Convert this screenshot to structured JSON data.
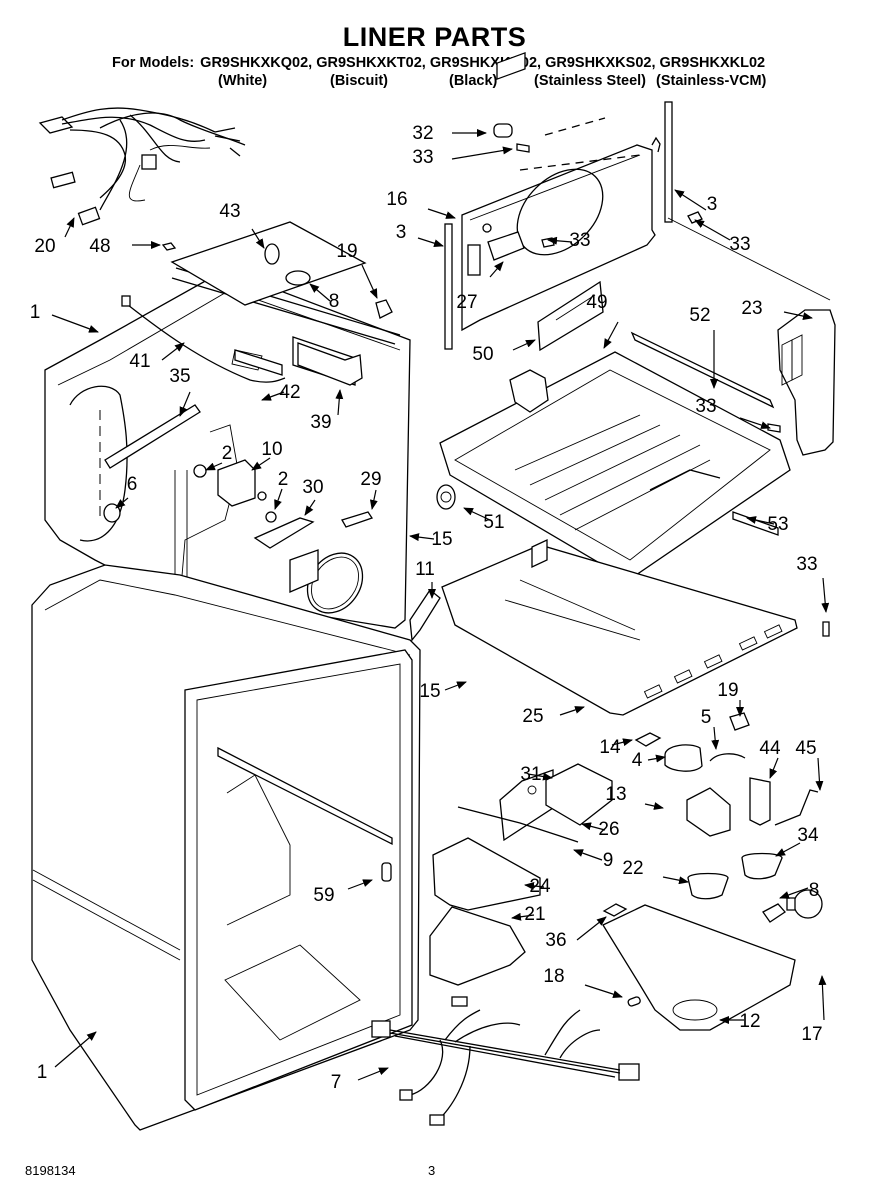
{
  "header": {
    "title": "LINER PARTS",
    "models_label": "For Models:",
    "models": [
      {
        "number": "GR9SHKXKQ02",
        "variant": "(White)"
      },
      {
        "number": "GR9SHKXKT02",
        "variant": "(Biscuit)"
      },
      {
        "number": "GR9SHKXKB02",
        "variant": "(Black)"
      },
      {
        "number": "GR9SHKXKS02",
        "variant": "(Stainless Steel)"
      },
      {
        "number": "GR9SHKXKL02",
        "variant": "(Stainless-VCM)"
      }
    ]
  },
  "diagram": {
    "line_color": "#000000",
    "background": "#ffffff",
    "callouts": [
      {
        "id": "c32a",
        "label": "32",
        "part": "cap"
      },
      {
        "id": "c33a",
        "label": "33",
        "part": "screw"
      },
      {
        "id": "c16",
        "label": "16",
        "part": "rear-panel"
      },
      {
        "id": "c3a",
        "label": "3",
        "part": "seal-strip-left"
      },
      {
        "id": "c3b",
        "label": "3",
        "part": "seal-strip-right"
      },
      {
        "id": "c33b",
        "label": "33",
        "part": "screw"
      },
      {
        "id": "c33c",
        "label": "33",
        "part": "screw"
      },
      {
        "id": "c27",
        "label": "27",
        "part": "bracket"
      },
      {
        "id": "c50",
        "label": "50",
        "part": "cover"
      },
      {
        "id": "c49",
        "label": "49",
        "part": "ice-tray-shelf"
      },
      {
        "id": "c52",
        "label": "52",
        "part": "rail-upper"
      },
      {
        "id": "c23",
        "label": "23",
        "part": "air-duct"
      },
      {
        "id": "c33d",
        "label": "33",
        "part": "screw"
      },
      {
        "id": "c53",
        "label": "53",
        "part": "rail-lower"
      },
      {
        "id": "c33e",
        "label": "33",
        "part": "screw"
      },
      {
        "id": "c51",
        "label": "51",
        "part": "wheel"
      },
      {
        "id": "c20",
        "label": "20",
        "part": "wire-harness-upper"
      },
      {
        "id": "c48",
        "label": "48",
        "part": "clip"
      },
      {
        "id": "c43",
        "label": "43",
        "part": "bulb"
      },
      {
        "id": "c19a",
        "label": "19",
        "part": "switch"
      },
      {
        "id": "c8a",
        "label": "8",
        "part": "socket"
      },
      {
        "id": "c1a",
        "label": "1",
        "part": "liner-upper"
      },
      {
        "id": "c41",
        "label": "41",
        "part": "wire"
      },
      {
        "id": "c35",
        "label": "35",
        "part": "bracket"
      },
      {
        "id": "c42",
        "label": "42",
        "part": "label"
      },
      {
        "id": "c39",
        "label": "39",
        "part": "light-housing"
      },
      {
        "id": "c6",
        "label": "6",
        "part": "knob"
      },
      {
        "id": "c2a",
        "label": "2",
        "part": "nut"
      },
      {
        "id": "c10",
        "label": "10",
        "part": "control"
      },
      {
        "id": "c2b",
        "label": "2",
        "part": "nut"
      },
      {
        "id": "c30",
        "label": "30",
        "part": "bracket"
      },
      {
        "id": "c29",
        "label": "29",
        "part": "bracket"
      },
      {
        "id": "c15a",
        "label": "15",
        "part": "screw"
      },
      {
        "id": "c11",
        "label": "11",
        "part": "fan-blade"
      },
      {
        "id": "c15b",
        "label": "15",
        "part": "screw"
      },
      {
        "id": "c25",
        "label": "25",
        "part": "floor-panel"
      },
      {
        "id": "c14",
        "label": "14",
        "part": "clip"
      },
      {
        "id": "c4",
        "label": "4",
        "part": "motor"
      },
      {
        "id": "c5",
        "label": "5",
        "part": "grommet"
      },
      {
        "id": "c19b",
        "label": "19",
        "part": "switch"
      },
      {
        "id": "c44",
        "label": "44",
        "part": "actuator"
      },
      {
        "id": "c45",
        "label": "45",
        "part": "lever"
      },
      {
        "id": "c31",
        "label": "31",
        "part": "cover-plate"
      },
      {
        "id": "c13",
        "label": "13",
        "part": "solenoid"
      },
      {
        "id": "c26",
        "label": "26",
        "part": "module"
      },
      {
        "id": "c9",
        "label": "9",
        "part": "heater"
      },
      {
        "id": "c34",
        "label": "34",
        "part": "cup"
      },
      {
        "id": "c22",
        "label": "22",
        "part": "cup"
      },
      {
        "id": "c59",
        "label": "59",
        "part": "plug"
      },
      {
        "id": "c24",
        "label": "24",
        "part": "dispenser-housing"
      },
      {
        "id": "c8b",
        "label": "8",
        "part": "socket"
      },
      {
        "id": "c21",
        "label": "21",
        "part": "duct"
      },
      {
        "id": "c36",
        "label": "36",
        "part": "label"
      },
      {
        "id": "c18",
        "label": "18",
        "part": "fuse"
      },
      {
        "id": "c12",
        "label": "12",
        "part": "dispenser-base"
      },
      {
        "id": "c17",
        "label": "17",
        "part": "bulb"
      },
      {
        "id": "c1b",
        "label": "1",
        "part": "liner-lower"
      },
      {
        "id": "c7",
        "label": "7",
        "part": "wire-harness-lower"
      }
    ]
  },
  "footer": {
    "doc_number": "8198134",
    "page_number": "3"
  }
}
